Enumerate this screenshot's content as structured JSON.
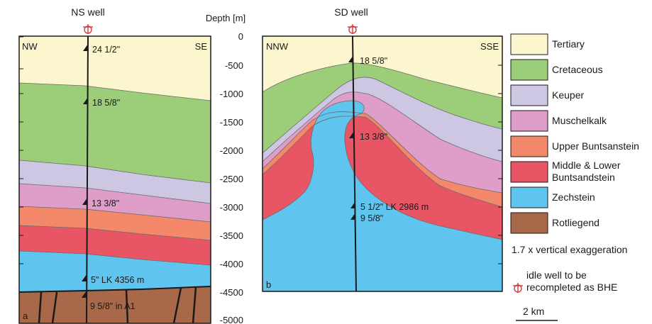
{
  "panels": {
    "ns": {
      "title": "NS well",
      "dir_left": "NW",
      "dir_right": "SE",
      "letter": "a",
      "casings": [
        "24 1/2\"",
        "18 5/8\"",
        "13 3/8\"",
        "5\" LK 4356 m",
        "9 5/8\" in A1"
      ]
    },
    "sd": {
      "title": "SD well",
      "dir_left": "NNW",
      "dir_right": "SSE",
      "letter": "b",
      "casings": [
        "18 5/8\"",
        "13 3/8\"",
        "5 1/2\" LK 2986 m",
        "9 5/8\""
      ]
    }
  },
  "depth_axis": {
    "title": "Depth [m]",
    "ticks": [
      "0",
      "-500",
      "-1000",
      "-1500",
      "-2000",
      "-2500",
      "-3000",
      "-3500",
      "-4000",
      "-4500",
      "-5000"
    ]
  },
  "legend": {
    "items": [
      {
        "label": "Tertiary",
        "color": "#fcf6cf"
      },
      {
        "label": "Cretaceous",
        "color": "#9ccd79"
      },
      {
        "label": "Keuper",
        "color": "#cdc7e4"
      },
      {
        "label": "Muschelkalk",
        "color": "#df9dc9"
      },
      {
        "label": "Upper Buntsanstein",
        "color": "#f3886a"
      },
      {
        "label": "Middle & Lower\nBuntsandstein",
        "color": "#e85565"
      },
      {
        "label": "Zechstein",
        "color": "#5fc4ee"
      },
      {
        "label": "Rotliegend",
        "color": "#a8694a"
      }
    ],
    "exaggeration": "1.7 x vertical exaggeration",
    "well_symbol_label": "idle well to be\nrecompleted as BHE",
    "scale_label": "2 km"
  },
  "colors": {
    "well_symbol": "#d23a3a",
    "line": "#1a1a1a"
  }
}
